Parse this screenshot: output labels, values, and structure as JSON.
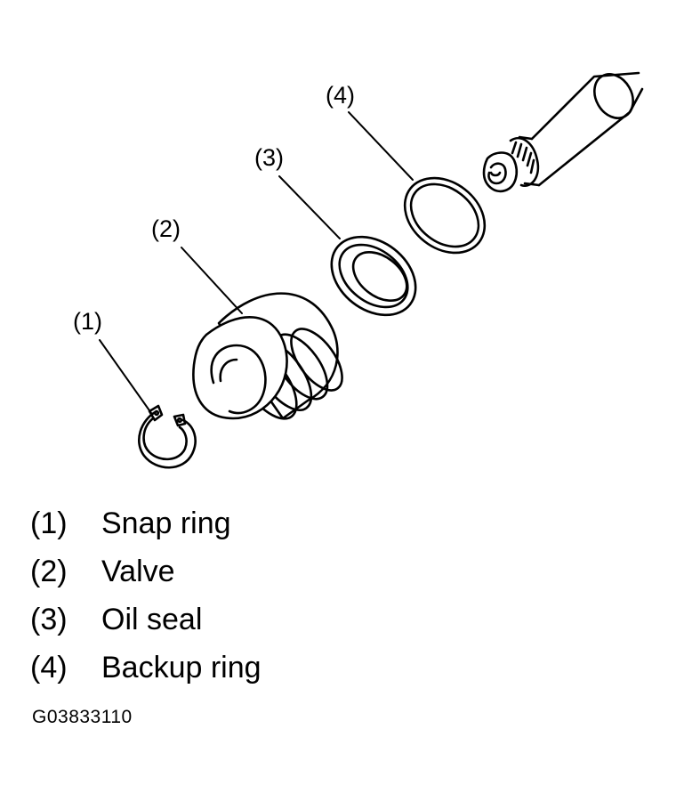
{
  "callouts": [
    {
      "label": "(1)"
    },
    {
      "label": "(2)"
    },
    {
      "label": "(3)"
    },
    {
      "label": "(4)"
    }
  ],
  "legend": [
    {
      "num": "(1)",
      "name": "Snap ring"
    },
    {
      "num": "(2)",
      "name": "Valve"
    },
    {
      "num": "(3)",
      "name": "Oil seal"
    },
    {
      "num": "(4)",
      "name": "Backup ring"
    }
  ],
  "figure_code": "G03833110",
  "colors": {
    "line": "#000000",
    "background": "#ffffff"
  }
}
